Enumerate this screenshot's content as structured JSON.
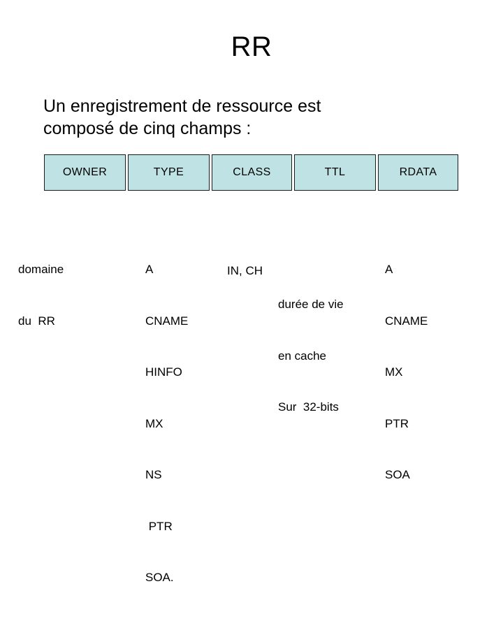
{
  "slide": {
    "title": "RR",
    "subtitle_lines": [
      "Un enregistrement de ressource est",
      "composé de cinq champs :"
    ],
    "accent_color": "#bfe3e4",
    "border_color": "#1a1a1a",
    "text_color": "#000000",
    "background_color": "#ffffff"
  },
  "fields": [
    {
      "header": "OWNER"
    },
    {
      "header": "TYPE"
    },
    {
      "header": "CLASS"
    },
    {
      "header": "TTL"
    },
    {
      "header": "RDATA"
    }
  ],
  "columns": {
    "owner": {
      "header": "OWNER",
      "lines": [
        "domaine",
        "du  RR"
      ]
    },
    "type": {
      "header": "TYPE",
      "lines": [
        "A",
        "CNAME",
        "HINFO",
        "MX",
        "NS",
        " PTR",
        "SOA."
      ]
    },
    "class": {
      "header": "CLASS",
      "lines": [
        "IN, CH"
      ]
    },
    "ttl": {
      "header": "TTL",
      "lines": [
        "durée de vie",
        "en cache",
        "Sur  32-bits"
      ]
    },
    "rdata": {
      "header": "RDATA",
      "lines": [
        "A",
        "CNAME",
        "MX",
        "PTR",
        "SOA"
      ]
    }
  }
}
